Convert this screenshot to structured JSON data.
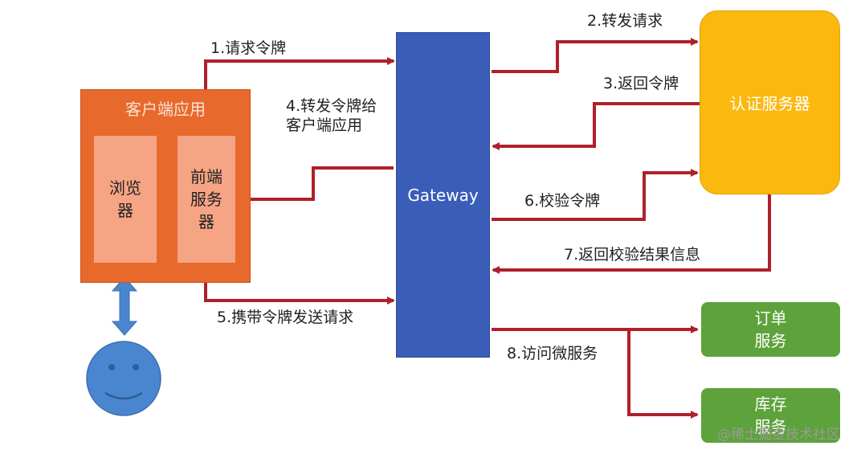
{
  "nodes": {
    "client_app": "客户端应用",
    "browser": "浏览\n器",
    "frontend": "前端\n服务\n器",
    "gateway": "Gateway",
    "auth": "认证服务器",
    "order": "订单\n服务",
    "stock": "库存\n服务"
  },
  "steps": {
    "s1": "1.请求令牌",
    "s2": "2.转发请求",
    "s3": "3.返回令牌",
    "s4": "4.转发令牌给\n客户端应用",
    "s5": "5.携带令牌发送请求",
    "s6": "6.校验令牌",
    "s7": "7.返回校验结果信息",
    "s8": "8.访问微服务"
  },
  "watermark": "@稀土掘金技术社区",
  "colors": {
    "arrow": "#b0202a",
    "client": "#e8692c",
    "inner_box": "#f5a484",
    "gateway": "#3a5db8",
    "auth": "#fbb80f",
    "service": "#5da23a",
    "user": "#4a86d0"
  }
}
